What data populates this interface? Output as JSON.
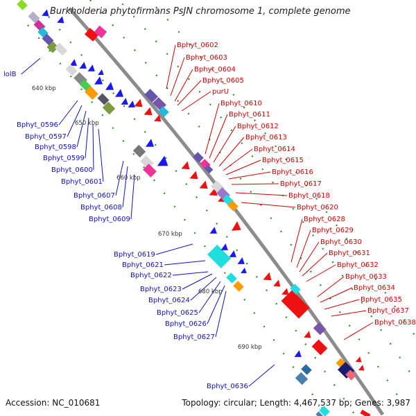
{
  "title": "Burkholderia phytofirmans PsJN chromosome 1, complete genome",
  "footer": {
    "accession": "Accession: NC_010681",
    "summary": "Topology: circular; Length: 4,467,537 bp; Genes: 3,987"
  },
  "colors": {
    "left_labels": "#1010c8",
    "right_labels": "#d00000",
    "backbone": "#8c8c8c",
    "forward_strand": "#1a1aee",
    "reverse_strand": "#ee1111",
    "guide": "#2a8a2a"
  },
  "kbp_markers": [
    "640 kbp",
    "650 kbp",
    "660 kbp",
    "670 kbp",
    "680 kbp",
    "690 kbp"
  ],
  "left_labels": [
    "lolB",
    "Bphyt_0596",
    "Bphyt_0597",
    "Bphyt_0598",
    "Bphyt_0599",
    "Bphyt_0600",
    "Bphyt_0601",
    "Bphyt_0607",
    "Bphyt_0608",
    "Bphyt_0609",
    "Bphyt_0619",
    "Bphyt_0621",
    "Bphyt_0622",
    "Bphyt_0623",
    "Bphyt_0624",
    "Bphyt_0625",
    "Bphyt_0626",
    "Bphyt_0627",
    "Bphyt_0636"
  ],
  "right_labels": [
    "Bphyt_0602",
    "Bphyt_0603",
    "Bphyt_0604",
    "Bphyt_0605",
    "purU",
    "Bphyt_0610",
    "Bphyt_0611",
    "Bphyt_0612",
    "Bphyt_0613",
    "Bphyt_0614",
    "Bphyt_0615",
    "Bphyt_0616",
    "Bphyt_0617",
    "Bphyt_0618",
    "Bphyt_0620",
    "Bphyt_0628",
    "Bphyt_0629",
    "Bphyt_0630",
    "Bphyt_0631",
    "Bphyt_0632",
    "Bphyt_0633",
    "Bphyt_0634",
    "Bphyt_0635",
    "Bphyt_0637",
    "Bphyt_0638"
  ]
}
